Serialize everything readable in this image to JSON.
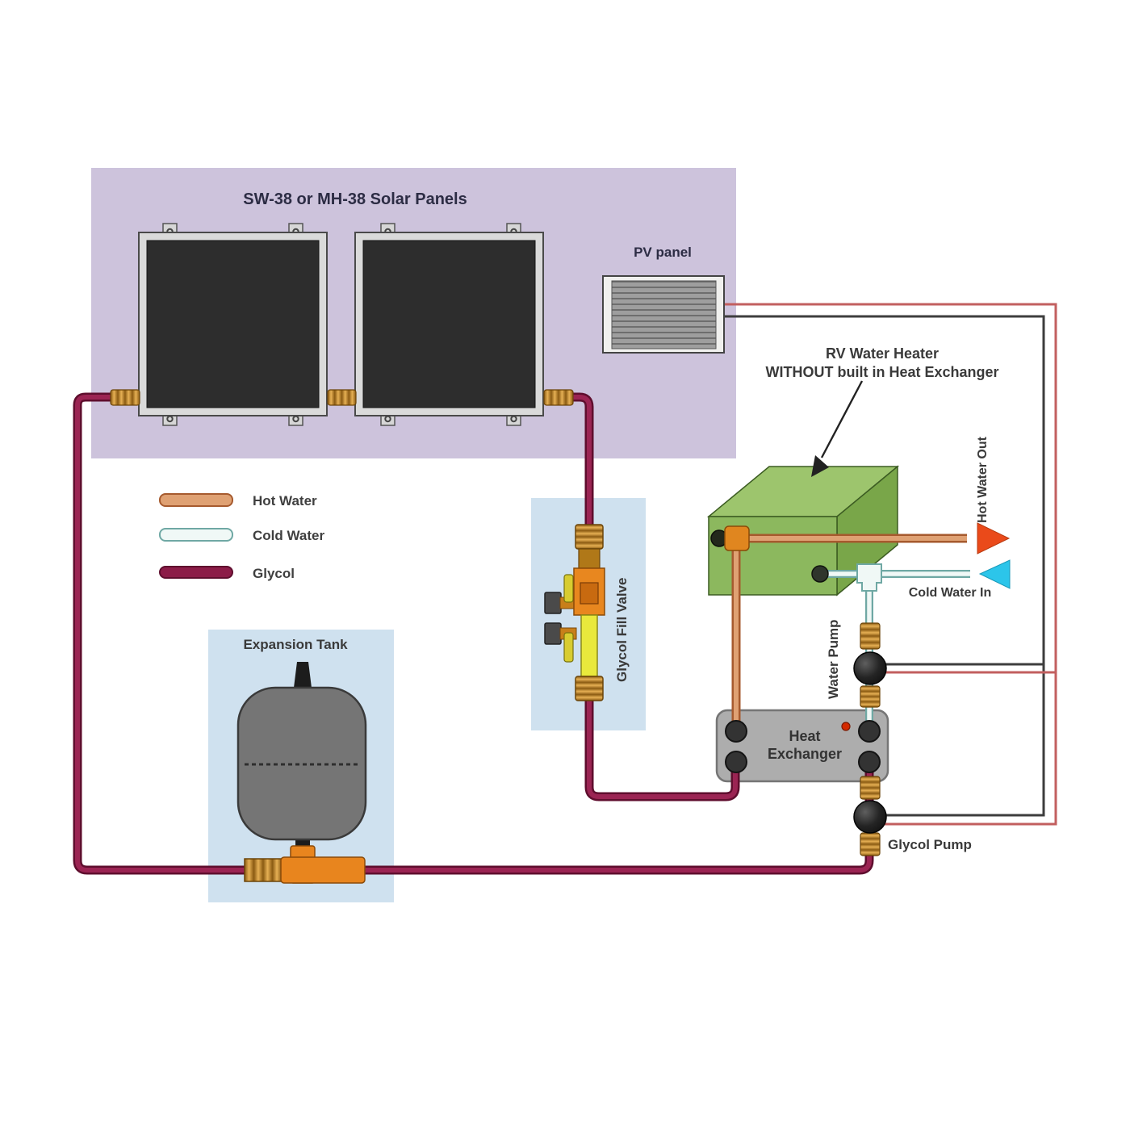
{
  "diagram": {
    "solar_array": {
      "title": "SW-38 or MH-38 Solar Panels"
    },
    "pv_panel": {
      "label": "PV panel"
    },
    "water_heater": {
      "label_line1": "RV Water Heater",
      "label_line2": "WITHOUT built in Heat Exchanger"
    },
    "flows": {
      "hot_water_out": "Hot Water Out",
      "cold_water_in": "Cold Water In"
    },
    "legend": {
      "items": [
        {
          "label": "Hot Water",
          "color": "#dfa173",
          "border": "#a65a2e"
        },
        {
          "label": "Cold Water",
          "color": "#f0f8f6",
          "border": "#6fa8a4"
        },
        {
          "label": "Glycol",
          "color": "#8c1c48",
          "border": "#5f0e2e"
        }
      ]
    },
    "expansion_tank": {
      "label": "Expansion Tank"
    },
    "glycol_fill_valve": {
      "label": "Glycol Fill Valve"
    },
    "heat_exchanger": {
      "label_line1": "Heat",
      "label_line2": "Exchanger"
    },
    "pumps": {
      "water_pump": "Water Pump",
      "glycol_pump": "Glycol Pump"
    },
    "colors": {
      "hot_water": "#dfa173",
      "hot_water_border": "#a65a2e",
      "cold_water": "#f0f8f6",
      "cold_water_border": "#6fa8a4",
      "glycol": "#8c1c48",
      "hot_arrow": "#ea4a1a",
      "cold_arrow": "#2cc5ea",
      "wire_red": "#c25f5f",
      "wire_black": "#3d3d3d",
      "solar_region_bg": "#cdc3dc",
      "component_bg": "#cfe1ef",
      "heater_green": "#8cb85e"
    }
  }
}
